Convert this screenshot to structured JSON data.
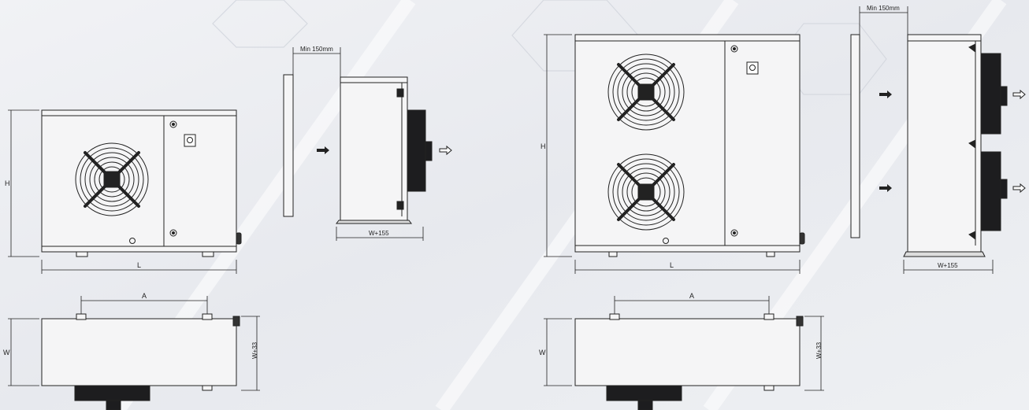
{
  "unit_small": {
    "labels": {
      "h": "H",
      "l": "L",
      "w": "W",
      "a": "A",
      "w33": "W+33",
      "clearance": "Min 150mm",
      "depth": "W+155"
    }
  },
  "unit_large": {
    "labels": {
      "h": "H",
      "l": "L",
      "w": "W",
      "a": "A",
      "w33": "W+33",
      "clearance": "Min 150mm",
      "depth": "W+155"
    }
  },
  "colors": {
    "background": "#eceef2",
    "line": "#222222",
    "casing": "#f5f5f6",
    "fan_block": "#1d1d1f"
  },
  "icons": [
    "fan-guard-icon",
    "airflow-arrow-icon",
    "switch-icon",
    "bolt-icon"
  ]
}
